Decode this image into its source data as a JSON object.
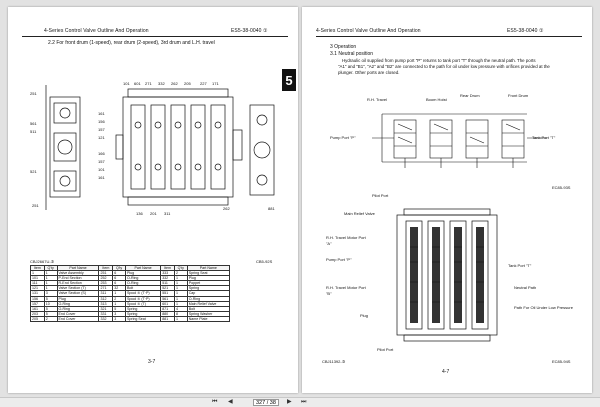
{
  "left_page": {
    "header_left": "4-Series Control Valve Outline And Operation",
    "header_right": "ES5-38-0040 ①",
    "section_tab": "5",
    "subtitle": "2.2 For front drum (1-speed), rear drum (2-speed), 3rd drum and L.H. travel",
    "figure_ref": "CBJ2667U-③",
    "figure_ref_right": "CB5-92S",
    "table_headers": [
      "Item",
      "Q'ty",
      "Part Name",
      "Item",
      "Q'ty",
      "Part Name",
      "Item",
      "Q'ty",
      "Part Name"
    ],
    "table_rows": [
      [
        "1",
        "1",
        "Valve Assembly",
        "251",
        "6",
        "Plug",
        "333",
        "2",
        "Spring Seat"
      ],
      [
        "101",
        "1",
        "P-End Section",
        "252",
        "6",
        "O-Ring",
        "332",
        "1",
        "Plug"
      ],
      [
        "111",
        "1",
        "R-End Section",
        "253",
        "6",
        "O-Ring",
        "511",
        "1",
        "Poppet"
      ],
      [
        "121",
        "1",
        "Valve Section (T)",
        "271",
        "32",
        "Bolt",
        "521",
        "1",
        "Spring"
      ],
      [
        "131",
        "3",
        "Valve Section (S)",
        "311",
        "1",
        "Spool ⑤ (T·P)",
        "551",
        "1",
        "Cap"
      ],
      [
        "156",
        "5",
        "Plug",
        "312",
        "2",
        "Spool ⑤ (T·P)",
        "561",
        "1",
        "O-Ring"
      ],
      [
        "157",
        "10",
        "O-Ring",
        "313",
        "1",
        "Spool ⑤ (T)",
        "601",
        "1",
        "Main Relief Valve"
      ],
      [
        "161",
        "5",
        "O-Ring",
        "321",
        "5",
        "Spring",
        "871",
        "4",
        "Bolt"
      ],
      [
        "203",
        "5",
        "End Cover",
        "331",
        "3",
        "Spring",
        "880",
        "8",
        "Spring Washer"
      ],
      [
        "205",
        "2",
        "End Cover",
        "332",
        "3",
        "Spring Seat",
        "881",
        "1",
        "Name Plate"
      ]
    ],
    "page_number": "3-7"
  },
  "right_page": {
    "header_left": "4-Series Control Valve Outline And Operation",
    "header_right": "ES5-38-0040 ①",
    "section_title": "3  Operation",
    "subsection_title": "3.1 Neutral position",
    "body_lines": [
      "Hydraulic oil supplied from pump port \"P\" returns to tank port \"T\" through the neutral path. The ports",
      "\"A1\" and \"B1\", \"A2\" and \"B2\" are connected to the path for oil under low pressure with orifices provided at the",
      "plunger. Other ports are closed."
    ],
    "schematic_labels": {
      "travel": "R.H. Travel",
      "boom": "Boom Hoist",
      "rear_drum": "Rear Drum",
      "front_drum": "Front Drum",
      "pump_port": "Pump Port \"P\"",
      "tank_port": "Tank Port \"T\"",
      "ref": "EC85-93S"
    },
    "section_labels": {
      "pilot_port": "Pilot Port",
      "main_relief": "Main Relief Valve",
      "rh_travel_motor_a": "R.H. Travel Motor Port \"A\"",
      "pump_port": "Pump Port \"P\"",
      "rh_travel_motor_b": "R.H. Travel Motor Port \"B\"",
      "plug": "Plug",
      "pilot_port_bottom": "Pilot Port",
      "tank_port": "Tank Port \"T\"",
      "neutral_path": "Neutral Path",
      "low_pressure": "Path For Oil Under Low Pressure",
      "fig_ref_left": "CBJ11392-③",
      "fig_ref_right": "EC85-94S"
    },
    "page_number": "4-7"
  },
  "toolbar": {
    "page_display": "327 / 382",
    "first_icon": "first-page-icon",
    "prev_icon": "prev-page-icon",
    "next_icon": "next-page-icon",
    "last_icon": "last-page-icon"
  }
}
